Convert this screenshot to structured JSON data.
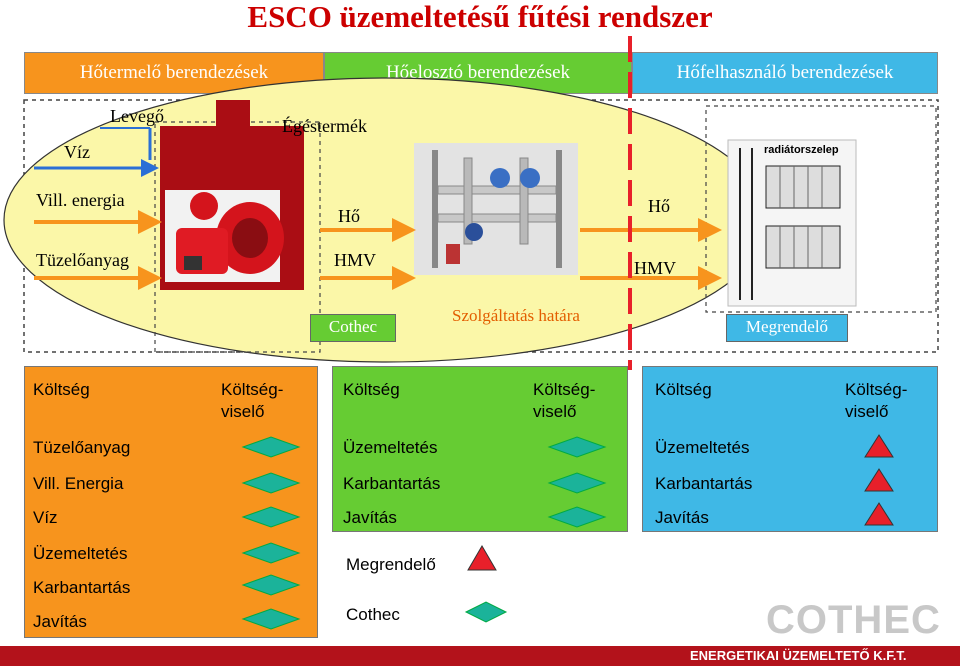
{
  "title": "ESCO üzemeltetésű fűtési rendszer",
  "headers": {
    "producer": "Hőtermelő berendezések",
    "distributor": "Hőelosztó berendezések",
    "consumer": "Hőfelhasználó berendezések"
  },
  "flow": {
    "levego": "Levegő",
    "viz": "Víz",
    "egestermek": "Égéstermék",
    "vill_energia": "Vill. energia",
    "tuzeloanyag": "Tüzelőanyag",
    "ho_1": "Hő",
    "hmv_1": "HMV",
    "ho_2": "Hő",
    "hmv_2": "HMV",
    "radiator_label": "radiátorszelep"
  },
  "boxes": {
    "cothec": "Cothec",
    "boundary": "Szolgáltatás határa",
    "megrendelo": "Megrendelő"
  },
  "table1": {
    "col1": "Költség",
    "col2_line1": "Költség-",
    "col2_line2": "viselő",
    "rows": [
      "Tüzelőanyag",
      "Vill. Energia",
      "Víz",
      "Üzemeltetés",
      "Karbantartás",
      "Javítás"
    ]
  },
  "table2": {
    "col1": "Költség",
    "col2_line1": "Költség-",
    "col2_line2": "viselő",
    "rows": [
      "Üzemeltetés",
      "Karbantartás",
      "Javítás"
    ],
    "legend_megrendelo": "Megrendelő",
    "legend_cothec": "Cothec"
  },
  "table3": {
    "col1": "Költség",
    "col2_line1": "Költség-",
    "col2_line2": "viselő",
    "rows": [
      "Üzemeltetés",
      "Karbantartás",
      "Javítás"
    ]
  },
  "logo": {
    "name": "COTHEC",
    "tagline": "ENERGETIKAI ÜZEMELTETŐ K.F.T."
  },
  "colors": {
    "title_red": "#cc0000",
    "orange": "#f7941d",
    "green": "#66cc33",
    "blue": "#3fb8e6",
    "yellow_ellipse": "#fbf7a8",
    "teal_diamond": "#1bb39a",
    "red_triangle": "#e8202a"
  }
}
